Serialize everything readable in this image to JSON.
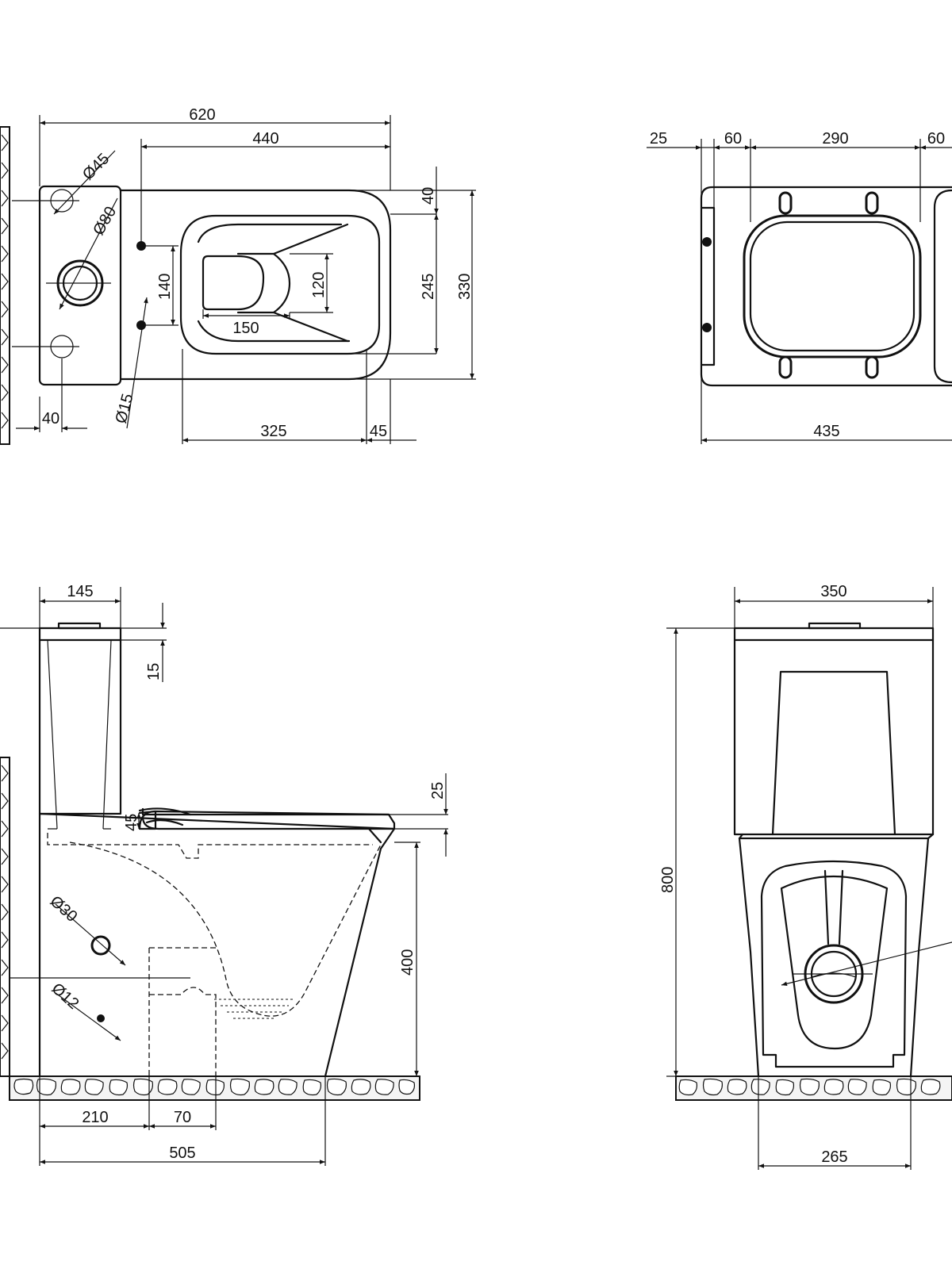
{
  "views": {
    "top": {
      "dim_620": "620",
      "dim_440": "440",
      "dim_d45": "Ø45",
      "dim_d80": "Ø80",
      "dim_d15": "Ø15",
      "dim_40_left": "40",
      "dim_40_right": "40",
      "dim_140": "140",
      "dim_120": "120",
      "dim_150": "150",
      "dim_245": "245",
      "dim_330": "330",
      "dim_325": "325",
      "dim_45": "45"
    },
    "seat": {
      "dim_25": "25",
      "dim_60_a": "60",
      "dim_290": "290",
      "dim_60_b": "60",
      "dim_435": "435"
    },
    "side": {
      "dim_145": "145",
      "dim_15": "15",
      "dim_25": "25",
      "dim_45": "45",
      "dim_d30": "Ø30",
      "dim_d12": "Ø12",
      "dim_400": "400",
      "dim_210": "210",
      "dim_70": "70",
      "dim_505": "505"
    },
    "front": {
      "dim_350": "350",
      "dim_800": "800",
      "dim_265": "265"
    }
  }
}
